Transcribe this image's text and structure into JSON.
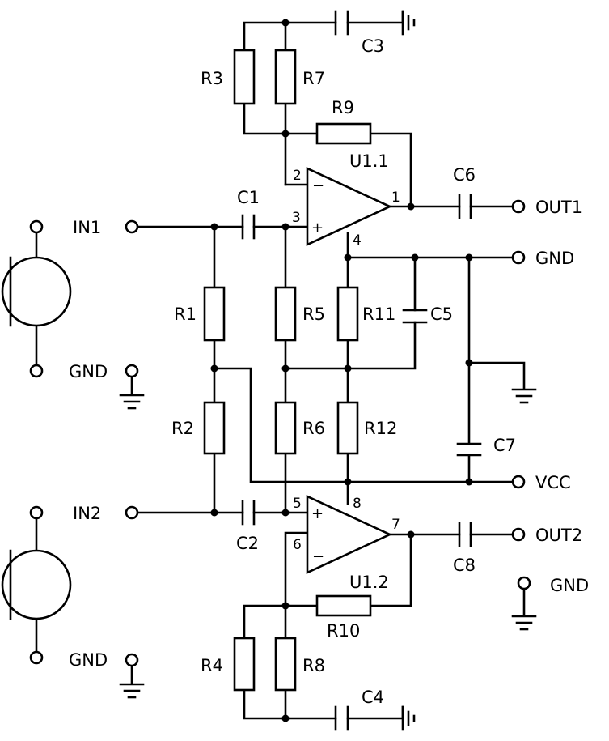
{
  "terminals": {
    "in1": "IN1",
    "in2": "IN2",
    "gnd_mic1": "GND",
    "gnd_mic2": "GND",
    "out1": "OUT1",
    "out2": "OUT2",
    "gnd_right": "GND",
    "gnd_out2": "GND",
    "vcc": "VCC"
  },
  "resistors": {
    "r1": "R1",
    "r2": "R2",
    "r3": "R3",
    "r4": "R4",
    "r5": "R5",
    "r6": "R6",
    "r7": "R7",
    "r8": "R8",
    "r9": "R9",
    "r10": "R10",
    "r11": "R11",
    "r12": "R12"
  },
  "capacitors": {
    "c1": "C1",
    "c2": "C2",
    "c3": "C3",
    "c4": "C4",
    "c5": "C5",
    "c6": "C6",
    "c7": "C7",
    "c8": "C8"
  },
  "opamps": {
    "u1_1": {
      "name": "U1.1",
      "pin_inv": "2",
      "pin_noninv": "3",
      "pin_out": "1",
      "pin_power": "4",
      "minus": "−",
      "plus": "+"
    },
    "u1_2": {
      "name": "U1.2",
      "pin_noninv": "5",
      "pin_inv": "6",
      "pin_out": "7",
      "pin_power": "8",
      "plus": "+",
      "minus": "−"
    }
  }
}
